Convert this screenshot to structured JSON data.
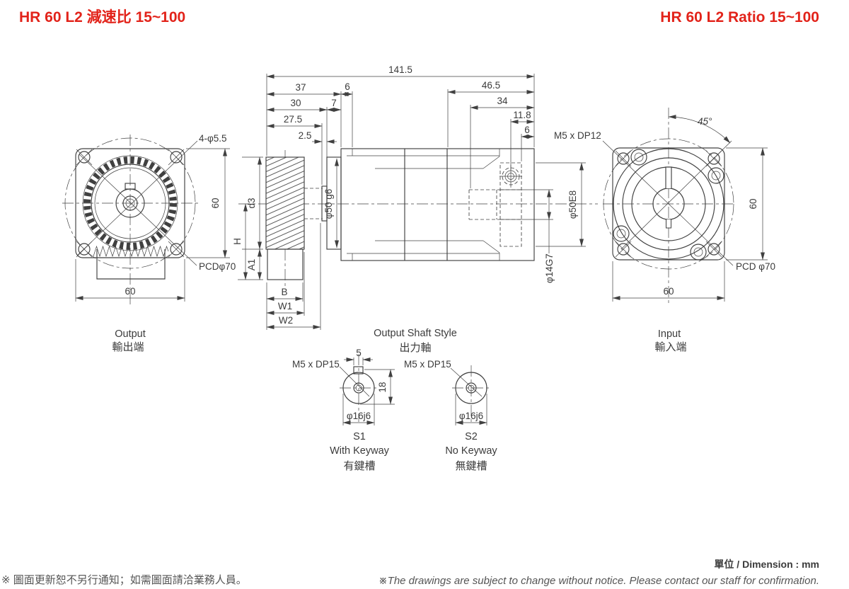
{
  "header": {
    "title_left": "HR 60 L2 減速比 15~100",
    "title_right": "HR 60 L2 Ratio 15~100"
  },
  "output_view": {
    "label_en": "Output",
    "label_zh": "輸出端",
    "dim_bolt_holes": "4-φ5.5",
    "dim_height": "60",
    "dim_width": "60",
    "dim_pcd": "PCDφ70"
  },
  "input_view": {
    "label_en": "Input",
    "label_zh": "輸入端",
    "dim_angle": "45°",
    "dim_height": "60",
    "dim_width": "60",
    "dim_pcd": "PCD φ70",
    "dim_tap": "M5 x DP12"
  },
  "section_view": {
    "dim_overall": "141.5",
    "dim_37": "37",
    "dim_6_left": "6",
    "dim_30": "30",
    "dim_7": "7",
    "dim_27_5": "27.5",
    "dim_2_5": "2.5",
    "dim_46_5": "46.5",
    "dim_34": "34",
    "dim_11_8": "11.8",
    "dim_6_right": "6",
    "dim_phi50g6": "φ50 g6",
    "dim_phi50e8": "φ50E8",
    "dim_phi14g7": "φ14G7",
    "dim_d3": "d3",
    "dim_h": "H",
    "dim_a1": "A1",
    "dim_b": "B",
    "dim_w1": "W1",
    "dim_w2": "W2"
  },
  "shaft_styles": {
    "title_en": "Output Shaft Style",
    "title_zh": "出力軸",
    "s1": {
      "tap": "M5 x DP15",
      "dim_key_width": "5",
      "dim_key_height": "18",
      "dim_dia": "φ16j6",
      "code": "S1",
      "label_en": "With Keyway",
      "label_zh": "有鍵槽"
    },
    "s2": {
      "tap": "M5 x DP15",
      "dim_dia": "φ16j6",
      "code": "S2",
      "label_en": "No Keyway",
      "label_zh": "無鍵槽"
    }
  },
  "footer": {
    "unit_label": "單位 / Dimension : mm",
    "note_zh": "※ 圖面更新恕不另行通知；如需圖面請洽業務人員。",
    "note_en": "※The drawings are subject to change without notice. Please contact our staff for confirmation."
  },
  "colors": {
    "accent": "#e2231a",
    "line": "#404040",
    "text": "#3b3b3b",
    "note": "#555555"
  }
}
